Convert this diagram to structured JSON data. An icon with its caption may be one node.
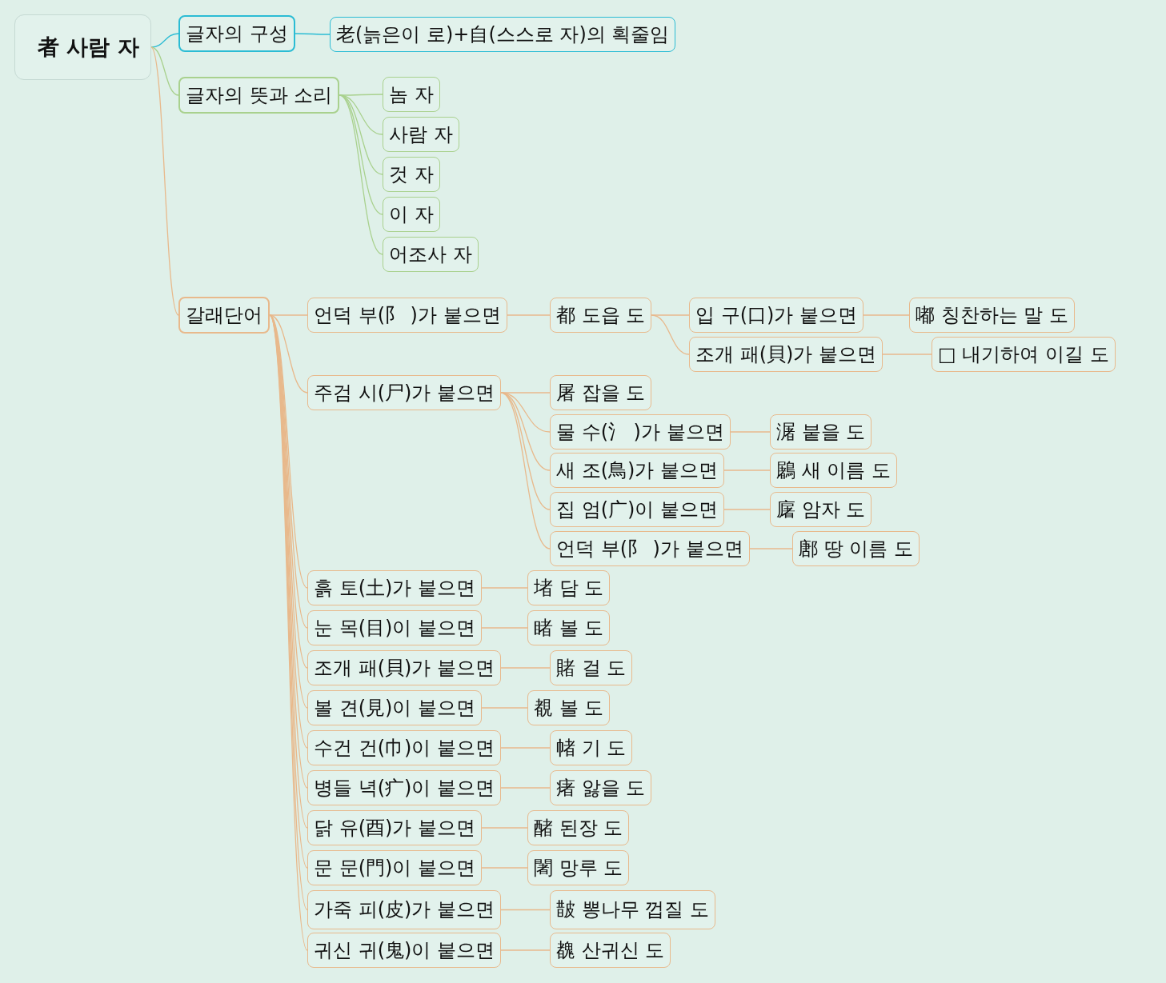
{
  "diagram": {
    "nodes": [
      {
        "text": [
          "者 사람 자"
        ]
      },
      {
        "text": [
          "글자의 구성"
        ]
      },
      {
        "text": [
          "老(늙은이 로)+自(스스로 자)의 획줄임"
        ]
      },
      {
        "text": [
          "글자의 뜻과 소리"
        ]
      },
      {
        "text": [
          "놈 자"
        ]
      },
      {
        "text": [
          "사람 자"
        ]
      },
      {
        "text": [
          "것 자"
        ]
      },
      {
        "text": [
          "이 자"
        ]
      },
      {
        "text": [
          "어조사 자"
        ]
      },
      {
        "text": [
          "갈래단어"
        ]
      },
      {
        "text": [
          "언덕 부(阝 )가 붙으면"
        ]
      },
      {
        "text": [
          "都 도읍 도"
        ]
      },
      {
        "text": [
          "입 구(口)가 붙으면"
        ]
      },
      {
        "text": [
          "嘟 칭찬하는 말 도"
        ]
      },
      {
        "text": [
          "조개 패(貝)가 붙으면"
        ]
      },
      {
        "text": [
          "□ 내기하여 이길 도"
        ]
      },
      {
        "text": [
          "주검 시(尸)가 붙으면"
        ]
      },
      {
        "text": [
          "屠 잡을 도"
        ]
      },
      {
        "text": [
          "물 수(氵 )가 붙으면"
        ]
      },
      {
        "text": [
          "潳 붙을 도"
        ]
      },
      {
        "text": [
          "새 조(鳥)가 붙으면"
        ]
      },
      {
        "text": [
          "鷵 새 이름 도"
        ]
      },
      {
        "text": [
          "집 엄(广)이 붙으면"
        ]
      },
      {
        "text": [
          "廜 암자 도"
        ]
      },
      {
        "text": [
          "언덕 부(阝 )가 붙으면"
        ]
      },
      {
        "text": [
          "鄌 땅 이름 도"
        ]
      },
      {
        "text": [
          "흙 토(土)가 붙으면"
        ]
      },
      {
        "text": [
          "堵 담 도"
        ]
      },
      {
        "text": [
          "눈 목(目)이 붙으면"
        ]
      },
      {
        "text": [
          "睹 볼 도"
        ]
      },
      {
        "text": [
          "조개 패(貝)가 붙으면"
        ]
      },
      {
        "text": [
          "賭 걸 도"
        ]
      },
      {
        "text": [
          "볼 견(見)이 붙으면"
        ]
      },
      {
        "text": [
          "覩 볼 도"
        ]
      },
      {
        "text": [
          "수건 건(巾)이 붙으면"
        ]
      },
      {
        "text": [
          "帾 기 도"
        ]
      },
      {
        "text": [
          "병들 녁(疒)이 붙으면"
        ]
      },
      {
        "text": [
          "瘏 앓을 도"
        ]
      },
      {
        "text": [
          "닭 유(酉)가 붙으면"
        ]
      },
      {
        "text": [
          "醏 된장 도"
        ]
      },
      {
        "text": [
          "문 문(門)이 붙으면"
        ]
      },
      {
        "text": [
          "闍 망루 도"
        ]
      },
      {
        "text": [
          "가죽 피(皮)가 붙으면"
        ]
      },
      {
        "text": [
          "皵 뽕나무 껍질 도"
        ]
      },
      {
        "text": [
          "귀신 귀(鬼)이 붙으면"
        ]
      },
      {
        "text": [
          "䰩 산귀신 도"
        ]
      }
    ],
    "edges": [
      {
        "from": 0,
        "to": 1,
        "arrow": "none",
        "color": "#2bbcd4"
      },
      {
        "from": 1,
        "to": 2,
        "arrow": "none",
        "color": "#2bbcd4"
      },
      {
        "from": 0,
        "to": 3,
        "arrow": "none",
        "color": "#a9d18e"
      },
      {
        "from": 3,
        "to": 4,
        "arrow": "none",
        "color": "#a9d18e"
      },
      {
        "from": 3,
        "to": 5,
        "arrow": "none",
        "color": "#a9d18e"
      },
      {
        "from": 3,
        "to": 6,
        "arrow": "none",
        "color": "#a9d18e"
      },
      {
        "from": 3,
        "to": 7,
        "arrow": "none",
        "color": "#a9d18e"
      },
      {
        "from": 3,
        "to": 8,
        "arrow": "none",
        "color": "#a9d18e"
      },
      {
        "from": 0,
        "to": 9,
        "arrow": "none"
      },
      {
        "from": 9,
        "to": 10,
        "arrow": "none"
      },
      {
        "from": 10,
        "to": 11,
        "arrow": "none"
      },
      {
        "from": 11,
        "to": 12,
        "arrow": "none"
      },
      {
        "from": 12,
        "to": 13,
        "arrow": "none"
      },
      {
        "from": 11,
        "to": 14,
        "arrow": "none"
      },
      {
        "from": 14,
        "to": 15,
        "arrow": "none"
      },
      {
        "from": 9,
        "to": 16,
        "arrow": "none"
      },
      {
        "from": 16,
        "to": 17,
        "arrow": "none"
      },
      {
        "from": 16,
        "to": 18,
        "arrow": "none"
      },
      {
        "from": 18,
        "to": 19,
        "arrow": "none"
      },
      {
        "from": 16,
        "to": 20,
        "arrow": "none"
      },
      {
        "from": 20,
        "to": 21,
        "arrow": "none"
      },
      {
        "from": 16,
        "to": 22,
        "arrow": "none"
      },
      {
        "from": 22,
        "to": 23,
        "arrow": "none"
      },
      {
        "from": 16,
        "to": 24,
        "arrow": "none"
      },
      {
        "from": 24,
        "to": 25,
        "arrow": "none"
      },
      {
        "from": 9,
        "to": 26,
        "arrow": "none"
      },
      {
        "from": 26,
        "to": 27,
        "arrow": "none"
      },
      {
        "from": 9,
        "to": 28,
        "arrow": "none"
      },
      {
        "from": 28,
        "to": 29,
        "arrow": "none"
      },
      {
        "from": 9,
        "to": 30,
        "arrow": "none"
      },
      {
        "from": 30,
        "to": 31,
        "arrow": "none"
      },
      {
        "from": 9,
        "to": 32,
        "arrow": "none"
      },
      {
        "from": 32,
        "to": 33,
        "arrow": "none"
      },
      {
        "from": 9,
        "to": 34,
        "arrow": "none"
      },
      {
        "from": 34,
        "to": 35,
        "arrow": "none"
      },
      {
        "from": 9,
        "to": 36,
        "arrow": "none"
      },
      {
        "from": 36,
        "to": 37,
        "arrow": "none"
      },
      {
        "from": 9,
        "to": 38,
        "arrow": "none"
      },
      {
        "from": 38,
        "to": 39,
        "arrow": "none"
      },
      {
        "from": 9,
        "to": 40,
        "arrow": "none"
      },
      {
        "from": 40,
        "to": 41,
        "arrow": "none"
      },
      {
        "from": 9,
        "to": 42,
        "arrow": "none"
      },
      {
        "from": 42,
        "to": 43,
        "arrow": "none"
      },
      {
        "from": 9,
        "to": 44,
        "arrow": "none"
      },
      {
        "from": 44,
        "to": 45,
        "arrow": "none"
      }
    ]
  }
}
